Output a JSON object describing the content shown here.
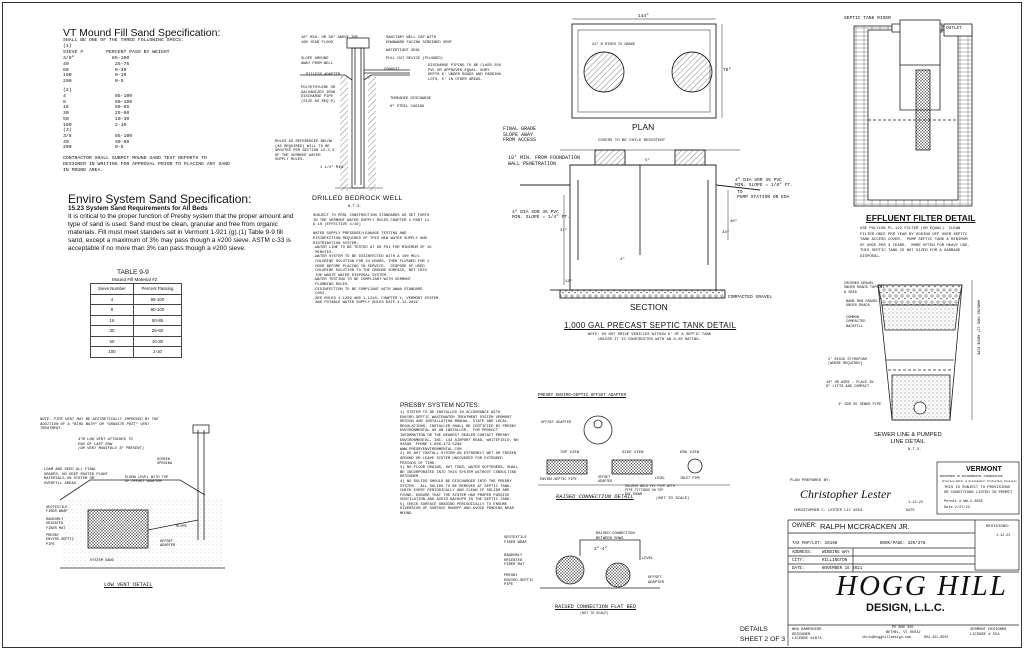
{
  "vt_mound": {
    "title": "VT Mound Fill Sand Specification:",
    "subtitle": "SHALL BE ONE OF THE THREE FOLLOWING SPECS:",
    "header": "(1)\nSIEVE #        PERCENT PASS BY WEIGHT",
    "spec1": "3/8\"             85-100\n40                25-75\n60                0-30\n100               0-10\n200               0-5",
    "spec2": "(2)\n4                 95-100\n8                 80-100\n16                50-85\n30                25-60\n50                10-30\n100               2-10",
    "spec3": "(3)\n3/8               85-100\n40                30-50\n200               0-5",
    "note": "CONTRACTOR SHALL SUBMIT MOUND SAND TEST REPORTS TO\nDESIGNER IN WRITING FOR APPROVAL PRIOR TO PLACING ANY SAND\nIN MOUND AREA."
  },
  "enviro": {
    "title": "Enviro System Sand Specification:",
    "subtitle": "15.23 System Sand Requirements for All Beds",
    "body": "It is critical to the proper function of Presby system that the proper amount and type of sand is used. Sand must be clean, granular and free from organic materials. Fill must meet standers set in Vermont 1-921 (g).(1) Table 9-9 fill sand, except a maximum of 3% may pass though a #200 sieve.  ASTM c-33 is acceptable if no more than 3% can pass though a #200 sieve."
  },
  "table99": {
    "title": "TABLE 9-9",
    "subtitle": "Mound Fill Material #2",
    "columns": [
      "Sieve Number",
      "Percent Passing"
    ],
    "rows": [
      [
        "4",
        "95-100"
      ],
      [
        "8",
        "80-100"
      ],
      [
        "16",
        "50-85"
      ],
      [
        "30",
        "25-60"
      ],
      [
        "50",
        "10-30"
      ],
      [
        "100",
        "2-10"
      ]
    ]
  },
  "well": {
    "title": "DRILLED BEDROCK WELL",
    "nts": "N.T.S.",
    "labels": {
      "a": "18\" MIN. OR 36\" ABOVE THE\n100 YEAR FLOOD",
      "b": "SANITARY WELL CAP WITH\nDOWNWARD FACING SCREENED VENT",
      "c": "WATERTIGHT SEAL",
      "d": "PULL OUT DEVICE (PLUGGED)",
      "e": "SLOPE GROUND\nAWAY FROM WELL",
      "f": "PITLESS ADAPTER",
      "g": "CONDUIT",
      "h": "DISCHARGE PIPING TO BE CLASS 250\nPVC OR APPROVED EQUAL. BURY\nDEPTH 6' UNDER ROADS AND PARKING\nLOTS, 5' IN OTHER AREAS.",
      "i": "POLYETHYLENE OR\nGALVANIZED IRON\nDISCHARGE PIPE\n(SIZE AS REQ'D)",
      "j": "THREADED DISCHARGE",
      "k": "6\" STEEL CASING",
      "l": "RULES AS REFERENCED BELOW\n(AS REQUIRED) WILL TO BE\nGROUTED PER SECTION 12.3.3\nOF THE VERMONT WATER\nSUPPLY RULES.",
      "m": "1 1/2\" MIN."
    },
    "notes": "SUBJECT TO PERL CONSTRUCTION STANDARDS AS SET FORTH\nIN THE VERMONT WATER SUPPLY RULES CHAPTER 1 PART 11\n& 10 (EFFECTIVE 4/16)\n\nWATER SUPPLY PRESSURE/LEAKAGE TESTING AND\nDISINFECTION REQUIRED OF THIS NEW WATER SUPPLY AND\nDISTRIBUTION SYSTEM:\n-WATER LINE TO BE TESTED AT 80 PSI FOR MINIMUM OF 15\n MINUTES.\n-WATER SYSTEM TO BE DISINFECTED WITH A 100 MG/L\n CHLORINE SOLUTION FOR 24 HOURS, THEN FLUSHED FOR 1\n HOUR BEFORE PLACING IN SERVICE.  DISPOSE OF USED\n CHLORINE SOLUTION TO THE GROUND SURFACE, NOT INTO\n THE WASTE WATER DISPOSAL SYSTEM.\n-WATER TESTING TO BE COMPLIANT WITH VERMONT\n PLUMBING RULES.\n-DISINFECTION TO BE COMPLIANT WITH AWWA STANDARD\n C652.\n-SEE RULES 1-1209 AND 1-1210, CHAPTER 1, VERMONT SYSTEM\n AND POTABLE WATER SUPPLY RULES DATE 4-12-2019"
  },
  "tank": {
    "plan_label": "PLAN",
    "dim_w": "144\"",
    "dim_h": "78\"",
    "riser_note": "24\" Ø RISER TO GRADE",
    "section_label": "SECTION",
    "title": "1,000 GAL PRECAST SEPTIC TANK DETAIL",
    "note": "NOTE: DO NOT DRIVE VEHICLES WITHIN 6' OF A SEPTIC TANK\nUNLESS IT IS CONSTRUCTED WITH AN H-20 RATING.",
    "final_grade": "FINAL GRADE\nSLOPE AWAY\nFROM ACCESS",
    "covers": "COVERS TO BE CHILD RESISTENT",
    "foundation": "10' MIN. FROM FOUNDATION\nWALL PENETRATION",
    "inlet_pipe": "4\" DIA SDR 35 PVC\nMIN. SLOPE = 1/4\" FT.",
    "outlet_pipe": "4\" DIA SDR 35 PVC\nMIN. SLOPE = 1/8\" FT.",
    "pump": "TO\nPUMP STATION OR EDA",
    "gravel": "COMPACTED GRAVEL",
    "dims": {
      "d1": "5\"",
      "d2": "40\"",
      "d3": "37\"",
      "d4": "34\"",
      "d5": "12\"",
      "d6": "4\""
    }
  },
  "effluent": {
    "riser": "SEPTIC TANK RISER",
    "outlet": "OUTLET",
    "title": "EFFLUENT FILTER DETAIL",
    "text": "USE POLYLOK PL-122 FILTER (OR EQUAL)  CLEAN\nFILTER ONCE PER YEAR BY HOSING OFF OVER SEPTIC\nTANK ACCESS COVER.  PUMP SEPTIC TANK A MINIMUM\nOF ONCE PER 3 YEARS.  MORE OFTEN FOR HEAVY USE.\nTHIS SEPTIC TANK IS NOT SIZED FOR A GARBAGE\nDISPOSAL."
  },
  "sewer": {
    "title": "SEWER LINE & PUMPED\nLINE DETAIL",
    "nts": "N.T.S.",
    "labels": {
      "a": "CRUSHED GRAVEL\nUNDER ROADS TOPSOIL\n& SEED",
      "b": "BANK RUN GRAVEL\nUNDER ROADS",
      "c": "COMMON\nCOMPACTED\nBACKFILL",
      "d": "2' RIGID STYROFOAM\n(WHERE REQUIRED)",
      "e": "10\" OR WIRE - PLACE IN\n6\" LIFTS AND COMPACT",
      "f": "4\" SDR 35 SEWER PIPE",
      "g": "WARNING TAPE 12\" ABOVE PIPE"
    }
  },
  "presby_notes": {
    "title": "PRESBY SYSTEM NOTES:",
    "text": "1) SYSTEM TO BE INSTALLED IN ACCORDANCE WITH\nENVIRO-SEPTIC WASTEWATER TREATMENT SYSTEM VERMONT\nDESIGN AND INSTALLATION MANUAL. STATE AND LOCAL\nREGULATIONS. INSTALLER SHALL BE CERTIFIED BY PRESBY\nENVIRONMENTAL AS AN INSTALLER.  FOR PRODUCT\nINFORMATION OR THE NEAREST DEALER CONTACT PRESBY\nENVIRONMENTAL, INC. 143 AIRPORT ROAD, WHITEFIELD, NH\n03598  PHONE 1-800-473-5298\nWWW.PRESBYENVIRONMENTAL.COM\n2) DO NOT INSTALL SYSTEM ON EXTREMELY WET OR FROZEN\nGROUND OR LEAVE SYSTEM UNCOVERED FOR EXTENDED\nPERIODS OF TIME.\n3) NO FLOOR DRAINS, HOT TUBS, WATER SOFTENERS, SHALL\nBE INCORPORATED INTO THIS SYSTEM WITHOUT CONSULTING\nDESIGNER.\n4) NO SOLIDS SHOULD BE DISCHARGED INTO THE PRESBY\nSYSTEM.  ALL SOLIDS TO BE REMOVED AT SEPTIC TANK.\nCHECK EVERY PERIODICALLY AND CLEAN IF SOLIDS ARE\nFOUND. ENSURE THAT THE SYSTEM HAS PROPER PASSIVE\nVENTILATION AND AVOID BACKUPS IN THE SEPTIC TANK.\n5) CHECK SURFACE GRADING PERIODICALLY TO ENSURE\nDIVERSION OF SURFACE RUNOFF AND AVOID PONDING NEAR\nMOUND."
  },
  "offset": {
    "title": "PRESBY ENVIRO-SEPTIC OFFSET ADAPTER",
    "label": "OFFSET ADAPTER",
    "top": "TOP VIEW",
    "side": "SIDE VIEW",
    "end": "END VIEW",
    "raised": "RAISED CONNECTION DETAIL",
    "raised_nts": "(NOT TO SCALE)",
    "pipe": "ENVIRO-SEPTIC PIPE",
    "offset_adapter": "OFFSET\nADAPTER",
    "level": "LEVEL",
    "inlet": "INLET PIPE",
    "notes": "SOLVENT WELD PVC PIPE WITH\nPIPE FITTINGS ON TOP\nNOT SHOWN"
  },
  "flat_bed": {
    "title": "RAISED CONNECTION FLAT BED",
    "nts": "(NOT TO SCALE)",
    "labels": {
      "a": "GEOTEXTILE\nFIBER WRAP",
      "b": "RANDOMLY\nORIENTED\nFIBER MAT",
      "c": "PRESBY\nENVIRO-SEPTIC\nPIPE",
      "d": "RAISED CONNECTION\nBETWEEN ROWS",
      "e": "2\"-4\"",
      "f": "LEVEL",
      "g": "OFFSET\nADAPTER"
    }
  },
  "low_vent": {
    "title": "LOW VENT DETAIL",
    "note": "NOTE: PIPE VENT MAY BE AESTHETICALLY IMPROVED BY THE\nADDITION OF A \"BIRD BATH\" OR \"GRANITE POST\" VENT\nTREATMENT.",
    "labels": {
      "a": "4\"Ø LOW VENT ATTACHED TO\nEND OF LAST ROW\n(OR VENT MANIFOLD IF PRESENT)",
      "b": "SCREEN\nOPENING",
      "c": "LOAM AND SEED ALL FINAL\nGRADES, NO DEEP ROOTED PLANT\nMATERIALS ON SYSTEM OR\nOVERFILL AREAS.",
      "d": "ELBOW LEVEL WITH TOP\nOF OFFSET ADAPTER",
      "e": "GEOTEXTILE\nFIBER WRAP",
      "f": "RANDOMLY\nORIENTED\nFIBER MAT",
      "g": "PRESBY\nENVIRO-SEPTIC\nPIPE",
      "h": "SLOPE",
      "i": "OFFSET\nADAPTER",
      "j": "SYSTEM SAND"
    }
  },
  "title_block": {
    "plan_prepared": "PLAN PREPARED BY:",
    "signature": "Christopher Lester",
    "sig_date": "1-12-22",
    "designer_line": "CHRISTOPHER C. LESTER LIC #554",
    "date_label": "DATE",
    "vermont": "VERMONT",
    "vermont_sub": "DEPARTMENT OF ENVIRONMENTAL CONSERVATION",
    "vermont_sub2": "Drinking Water & Groundwater Protection Division",
    "permit_text": "THIS IS SUBJECT TO PROVISIONS\nOR CONDITIONS LISTED IN PERMIT",
    "permit_no": "Permit # WW-2-3635",
    "permit_date": "Date 2/27/22",
    "revisions": "REVISIONS:",
    "rev1": "1-12-22",
    "owner_label": "OWNER:",
    "owner": "RALPH MCCRACKEN JR.",
    "tax_label": "TAX MAP/LOT: 10198",
    "book_label": "BOOK/PAGE: 320/378",
    "address_label": "ADDRESS:",
    "address": "WINDING WAY",
    "city_label": "CITY:",
    "city": "KILLINGTON",
    "date2_label": "DATE:",
    "date2": "NOVEMBER 16 2021",
    "company": "HOGG HILL",
    "company2": "DESIGN, L.L.C.",
    "po": "PO BOX 335",
    "town": "BETHEL, VT 05032",
    "email": "chris@hogghilldesign.com",
    "phone": "802-431-0502",
    "nh": "NEW HAMPSHIRE\nDESIGNER\nLICENSE #1674",
    "vt": "VERMONT DESIGNER\nLICENSE # 554",
    "details": "DETAILS",
    "sheet": "SHEET 2 OF 3"
  }
}
